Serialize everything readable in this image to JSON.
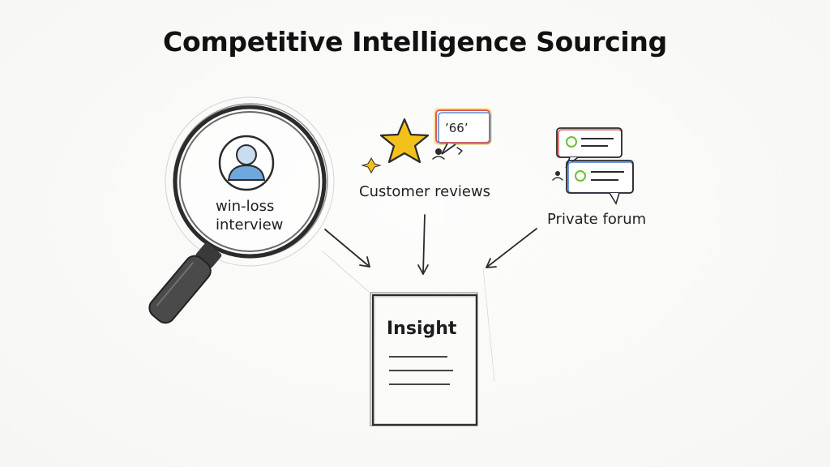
{
  "title": "Competitive Intelligence Sourcing",
  "sources": {
    "win_loss": {
      "line1": "win-loss",
      "line2": "interview",
      "icon": "magnifier-person-icon"
    },
    "customer_reviews": {
      "label": "Customer reviews",
      "icon": "star-speech-icon",
      "bubble_text": "’66’"
    },
    "private_forum": {
      "label": "Private forum",
      "icon": "chat-bubbles-icon"
    }
  },
  "target": {
    "label": "Insight",
    "icon": "document-icon"
  },
  "colors": {
    "star": "#f2c21b",
    "avatar": "#6ea8dc",
    "bubble_accent_red": "#e05a5a",
    "bubble_accent_blue": "#5b8fd6",
    "forum_green": "#6bbf3a",
    "ink": "#2b2b2b"
  }
}
